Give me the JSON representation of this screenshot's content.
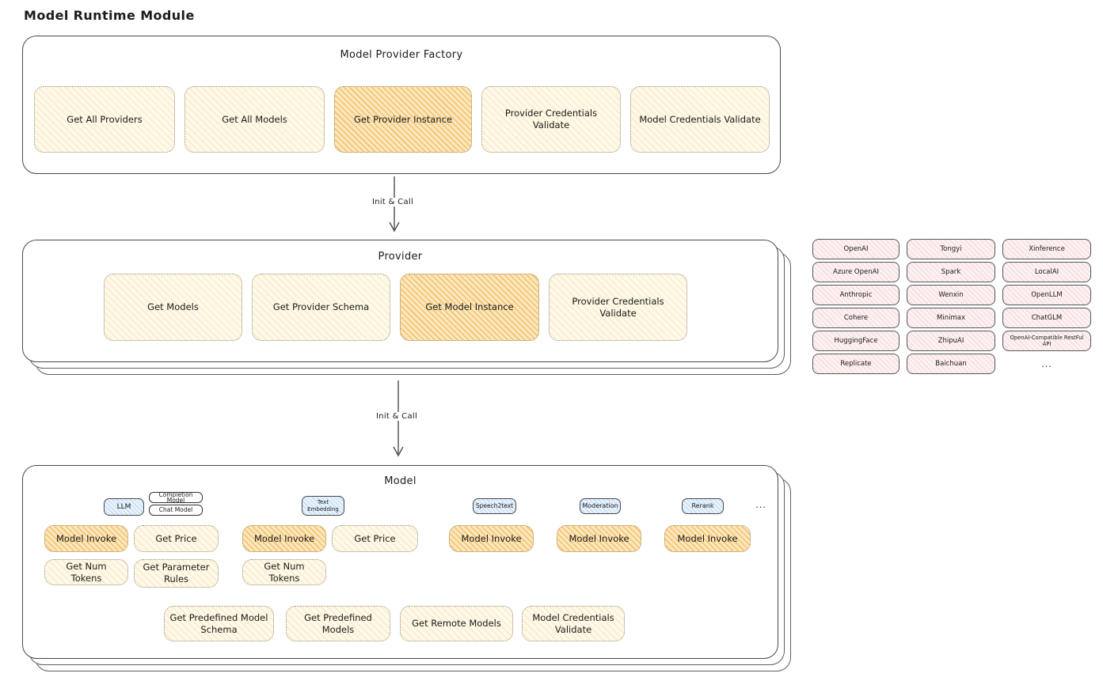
{
  "title": "Model Runtime Module",
  "colors": {
    "highlight_orange": "#f3a631",
    "operation_yellow": "#fdf6e3",
    "provider_pink": "#fdf2f2",
    "model_type_blue": "#e9f3fb",
    "frame_border": "#46494d"
  },
  "factory": {
    "label": "Model Provider Factory",
    "buttons": [
      {
        "label": "Get All Providers",
        "highlighted": false
      },
      {
        "label": "Get All Models",
        "highlighted": false
      },
      {
        "label": "Get Provider Instance",
        "highlighted": true
      },
      {
        "label": "Provider Credentials Validate",
        "highlighted": false
      },
      {
        "label": "Model Credentials Validate",
        "highlighted": false
      }
    ]
  },
  "arrows": [
    {
      "label": "Init & Call"
    },
    {
      "label": "Init & Call"
    }
  ],
  "provider": {
    "label": "Provider",
    "buttons": [
      {
        "label": "Get Models",
        "highlighted": false
      },
      {
        "label": "Get Provider Schema",
        "highlighted": false
      },
      {
        "label": "Get Model Instance",
        "highlighted": true
      },
      {
        "label": "Provider Credentials Validate",
        "highlighted": false
      }
    ]
  },
  "provider_catalog": {
    "items": [
      "OpenAI",
      "Tongyi",
      "Xinference",
      "Azure OpenAI",
      "Spark",
      "LocalAI",
      "Anthropic",
      "Wenxin",
      "OpenLLM",
      "Cohere",
      "Minimax",
      "ChatGLM",
      "HuggingFace",
      "ZhipuAI",
      "OpenAI-Compatible RestFul API",
      "Replicate",
      "Baichuan"
    ],
    "more": "..."
  },
  "model": {
    "label": "Model",
    "more": "...",
    "categories": [
      {
        "tab": "LLM",
        "subtabs": [
          "Completion Model",
          "Chat Model"
        ],
        "functions": [
          {
            "label": "Model Invoke",
            "highlighted": true
          },
          {
            "label": "Get Price",
            "highlighted": false
          },
          {
            "label": "Get Num Tokens",
            "highlighted": false
          },
          {
            "label": "Get Parameter Rules",
            "highlighted": false
          }
        ]
      },
      {
        "tab": "Text Embedding",
        "functions": [
          {
            "label": "Model Invoke",
            "highlighted": true
          },
          {
            "label": "Get Price",
            "highlighted": false
          },
          {
            "label": "Get Num Tokens",
            "highlighted": false
          }
        ]
      },
      {
        "tab": "Speech2text",
        "functions": [
          {
            "label": "Model Invoke",
            "highlighted": true
          }
        ]
      },
      {
        "tab": "Moderation",
        "functions": [
          {
            "label": "Model Invoke",
            "highlighted": true
          }
        ]
      },
      {
        "tab": "Rerank",
        "functions": [
          {
            "label": "Model Invoke",
            "highlighted": true
          }
        ]
      }
    ],
    "shared_functions": [
      "Get Predefined Model Schema",
      "Get Predefined Models",
      "Get Remote Models",
      "Model Credentials Validate"
    ]
  }
}
